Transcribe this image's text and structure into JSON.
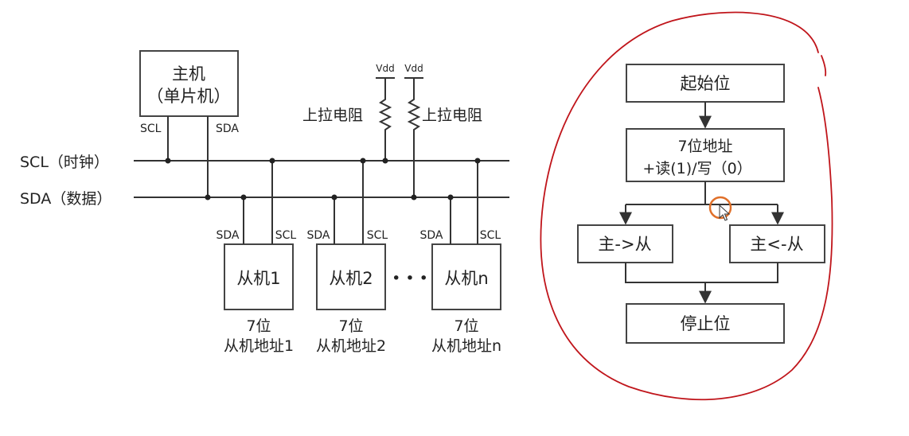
{
  "bus": {
    "master_title": "主机",
    "master_sub": "（单片机）",
    "master_scl_pin": "SCL",
    "master_sda_pin": "SDA",
    "scl_line": "SCL（时钟）",
    "sda_line": "SDA（数据）",
    "vdd_1": "Vdd",
    "vdd_2": "Vdd",
    "pullup_left": "上拉电阻",
    "pullup_right": "上拉电阻",
    "slaves": [
      {
        "name": "从机1",
        "sda_pin": "SDA",
        "scl_pin": "SCL",
        "addr_line1": "7位",
        "addr_line2": "从机地址1"
      },
      {
        "name": "从机2",
        "sda_pin": "SDA",
        "scl_pin": "SCL",
        "addr_line1": "7位",
        "addr_line2": "从机地址2"
      },
      {
        "name": "从机n",
        "sda_pin": "SDA",
        "scl_pin": "SCL",
        "addr_line1": "7位",
        "addr_line2": "从机地址n"
      }
    ],
    "ellipsis": "• • •"
  },
  "flow": {
    "start": "起始位",
    "address_line1": "7位地址",
    "address_line2": "+读(1)/写（0）",
    "master_to_slave": "主->从",
    "slave_to_master": "主<-从",
    "stop": "停止位"
  },
  "colors": {
    "annotation": "#c0151b",
    "cursor_ring": "#e0702a"
  }
}
